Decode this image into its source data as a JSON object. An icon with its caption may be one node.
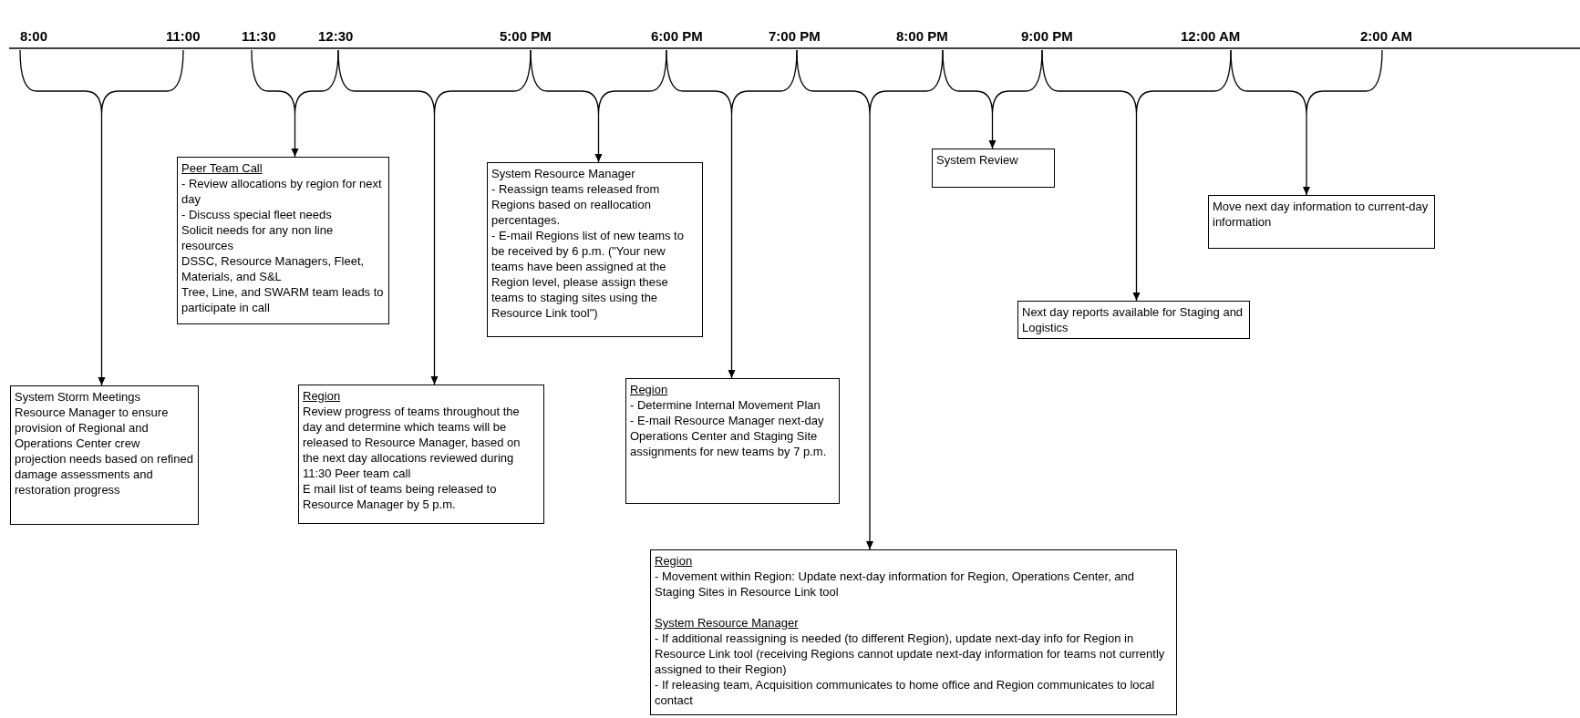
{
  "diagram": {
    "nodes": [
      {
        "text": [],
        "shape": "brace"
      },
      {
        "text": [],
        "shape": "brace"
      },
      {
        "text": [],
        "shape": "brace"
      },
      {
        "text": [],
        "shape": "brace"
      },
      {
        "text": [],
        "shape": "brace"
      },
      {
        "text": [],
        "shape": "brace"
      },
      {
        "text": [],
        "shape": "brace"
      },
      {
        "text": [],
        "shape": "brace"
      },
      {
        "text": [],
        "shape": "brace"
      },
      {
        "text": [
          "System Storm Meetings",
          "Resource Manager to ensure provision of Regional and Operations Center crew projection needs based on refined damage assessments and restoration progress"
        ]
      },
      {
        "text": [
          "Peer Team Call",
          "- Review allocations by region for next day",
          "- Discuss special fleet needs",
          "Solicit needs for any non line resources",
          "DSSC, Resource Managers, Fleet, Materials, and S&L",
          "Tree, Line, and SWARM team leads to participate in call"
        ]
      },
      {
        "text": [
          "Region",
          "Review progress of teams throughout the day and determine which teams will be released to Resource Manager, based on the next day allocations reviewed during 11:30 Peer team call",
          "E mail list of teams being released to Resource Manager by 5 p.m."
        ]
      },
      {
        "text": [
          "System Resource Manager",
          "- Reassign teams released from Regions based on reallocation percentages.",
          "- E-mail Regions list of new teams to be received by 6 p.m. (\"Your new teams have been assigned at the Region level, please assign  these teams to staging sites using the Resource Link tool\")"
        ]
      },
      {
        "text": [
          "Region",
          "- Determine Internal Movement Plan",
          "- E-mail Resource Manager next-day Operations Center and Staging Site assignments for new teams by 7 p.m."
        ]
      },
      {
        "text": [
          "Region",
          "- Movement within Region: Update next-day information for Region, Operations Center, and Staging Sites in Resource Link tool",
          "System Resource Manager",
          "- If additional reassigning is needed (to different Region), update next-day info for Region in Resource Link tool (receiving Regions cannot update next-day information for teams not currently assigned to their Region)",
          "- If releasing team, Acquisition communicates to home office and Region communicates to local contact"
        ]
      },
      {
        "text": [
          "System Review"
        ]
      },
      {
        "text": [
          "Next day reports available for Staging and Logistics"
        ]
      },
      {
        "text": [
          "Move next day information to current-day information"
        ]
      }
    ],
    "edges": [
      {
        "from": 0,
        "to": 9,
        "arrow": "to"
      },
      {
        "from": 1,
        "to": 10,
        "arrow": "to"
      },
      {
        "from": 2,
        "to": 11,
        "arrow": "to"
      },
      {
        "from": 3,
        "to": 12,
        "arrow": "to"
      },
      {
        "from": 4,
        "to": 13,
        "arrow": "to"
      },
      {
        "from": 5,
        "to": 14,
        "arrow": "to"
      },
      {
        "from": 6,
        "to": 15,
        "arrow": "to"
      },
      {
        "from": 7,
        "to": 16,
        "arrow": "to"
      },
      {
        "from": 8,
        "to": 17,
        "arrow": "to"
      }
    ],
    "labels": [
      "8:00",
      "11:00",
      "11:30",
      "12:30",
      "5:00 PM",
      "6:00 PM",
      "7:00 PM",
      "8:00 PM",
      "9:00 PM",
      "12:00 AM",
      "2:00 AM"
    ]
  }
}
